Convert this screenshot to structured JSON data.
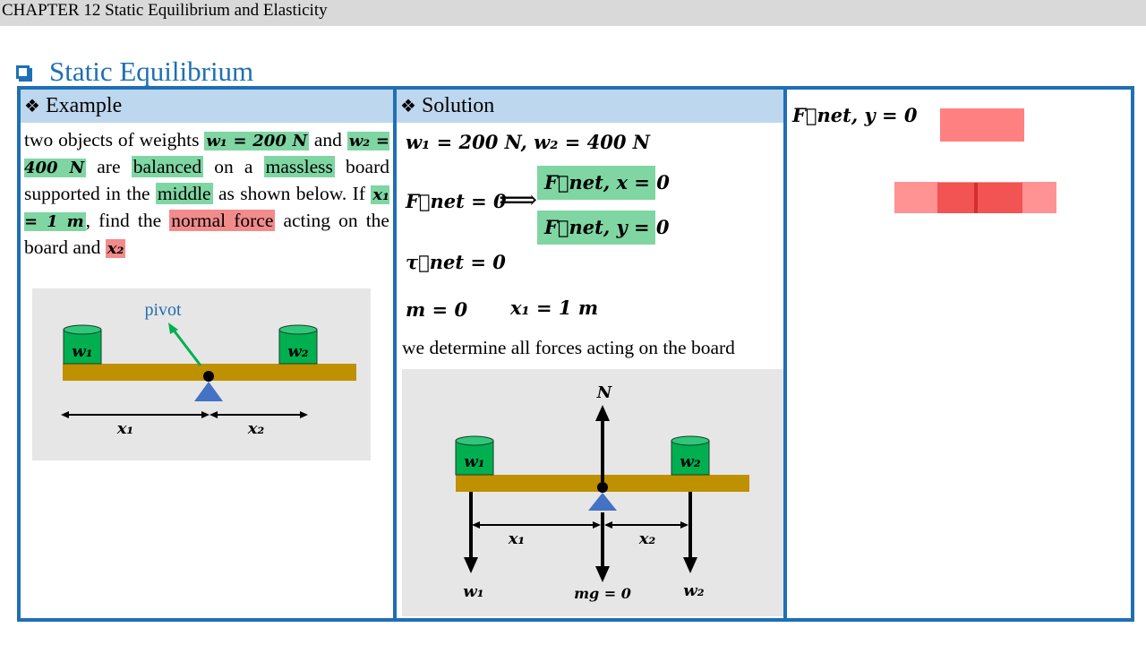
{
  "header": {
    "chapter": "CHAPTER 12 Static Equilibrium and Elasticity"
  },
  "section": {
    "title": "Static Equilibrium"
  },
  "example": {
    "heading": "Example",
    "t1": "two objects of weights ",
    "w1": "w₁ = 200 N",
    "t2": " and ",
    "w2": "w₂ = 400 N",
    "t3": " are ",
    "balanced": "balanced",
    "t4": " on a ",
    "massless": "massless",
    "t5": " board supported in the ",
    "middle": "middle",
    "t6": " as shown below. If ",
    "x1": "x₁ = 1 m",
    "t7": ", find the ",
    "normal": "normal force",
    "t8": " acting on the board and ",
    "x2": "x₂",
    "diagram": {
      "pivot": "pivot",
      "w1": "w₁",
      "w2": "w₂",
      "x1": "x₁",
      "x2": "x₂"
    }
  },
  "solution": {
    "heading": "Solution",
    "weights": "w₁ = 200 N, w₂ = 400 N",
    "fnet": "F⃗net = 0",
    "arrow": "⟹",
    "fx": "F⃗net, x = 0",
    "fy": "F⃗net, y = 0",
    "tau": "τ⃗net = 0",
    "m": "m = 0",
    "x1": "x₁ = 1 m",
    "desc": "we determine all forces acting on the board",
    "diagram": {
      "N": "N",
      "w1": "w₁",
      "w2": "w₂",
      "x1": "x₁",
      "x2": "x₂",
      "mg": "mg = 0"
    }
  },
  "right": {
    "fy": "F⃗net, y = 0"
  },
  "colors": {
    "accent": "#1f6fb5",
    "header_fill": "#bdd7ee",
    "green_highlight": "#7fd6a3",
    "red_highlight": "#f28b8b",
    "board": "#bf9000",
    "weight": "#00b050",
    "pivot": "#4472c4"
  }
}
